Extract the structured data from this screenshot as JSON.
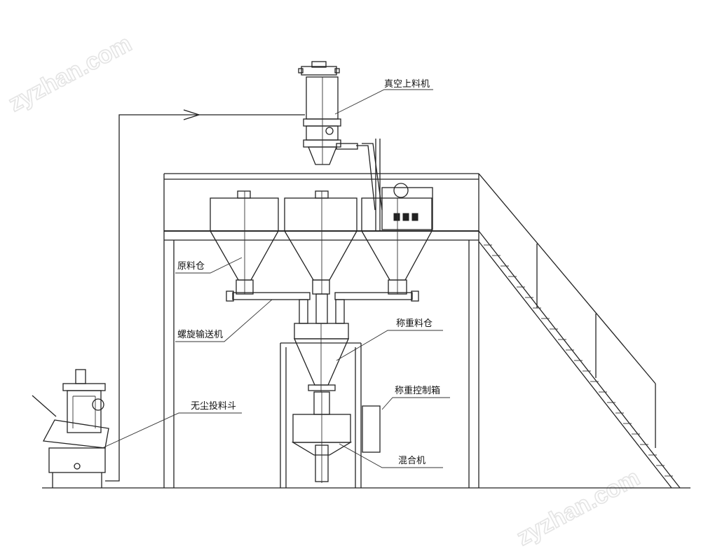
{
  "watermark": "zyzhan.com",
  "labels": {
    "vacuum_loader": "真空上料机",
    "raw_bin": "原料仓",
    "screw_conveyor": "螺旋输送机",
    "weigh_bin": "称重料仓",
    "weigh_control_box": "称重控制箱",
    "dustless_hopper": "无尘投料斗",
    "mixer": "混合机"
  }
}
